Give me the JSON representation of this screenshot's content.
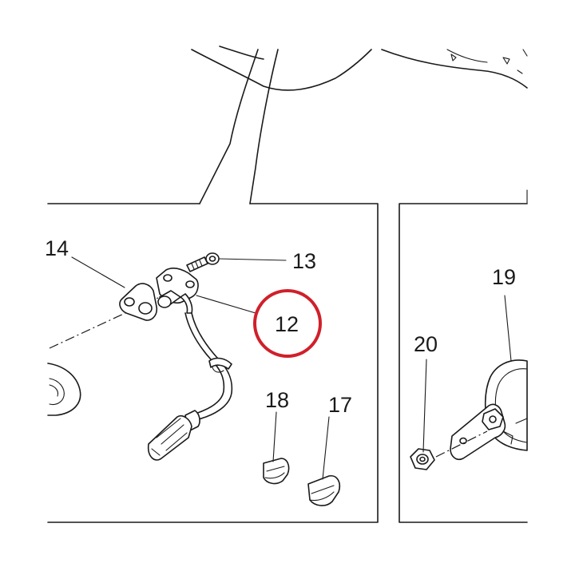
{
  "diagram": {
    "callouts": {
      "c12": "12",
      "c13": "13",
      "c14": "14",
      "c17": "17",
      "c18": "18",
      "c19": "19",
      "c20": "20"
    },
    "highlight_color": "#d0202a"
  }
}
